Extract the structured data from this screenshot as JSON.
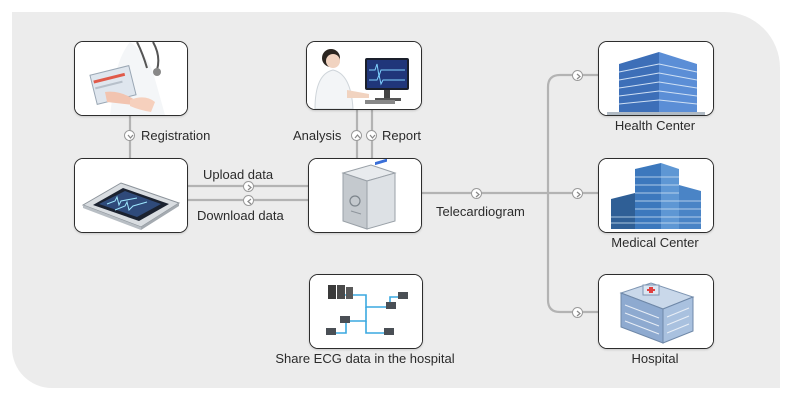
{
  "nodes": {
    "registration_label": "Registration",
    "analysis_label": "Analysis",
    "report_label": "Report",
    "upload_label": "Upload data",
    "download_label": "Download data",
    "telecardiogram_label": "Telecardiogram",
    "share_label": "Share ECG data in the hospital",
    "health_center_label": "Health Center",
    "medical_center_label": "Medical Center",
    "hospital_label": "Hospital"
  },
  "colors": {
    "panel": "#ececec",
    "line": "#b3b3b3",
    "box_border": "#2d2d2d",
    "text": "#2b2b2b"
  }
}
